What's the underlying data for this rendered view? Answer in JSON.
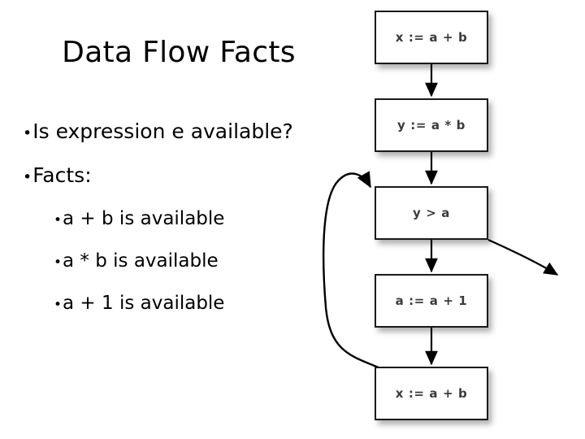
{
  "slide": {
    "title": "Data Flow Facts",
    "background_color": "#ffffff",
    "text_color": "#000000"
  },
  "bullets": [
    {
      "level": 1,
      "marker": "•",
      "text": "Is expression e available?"
    },
    {
      "level": 1,
      "marker": "•",
      "text": "Facts:"
    },
    {
      "level": 2,
      "marker": "•",
      "text": "a + b is available"
    },
    {
      "level": 2,
      "marker": "•",
      "text": "a * b is available"
    },
    {
      "level": 2,
      "marker": "•",
      "text": "a + 1 is available"
    }
  ],
  "flow_graph": {
    "node_border_color": "#1a1a1a",
    "node_fill_color": "#ffffff",
    "node_text_color": "#3b3b3b",
    "edge_color": "#000000",
    "nodes": [
      {
        "id": "node-0",
        "label": "x := a + b"
      },
      {
        "id": "node-1",
        "label": "y := a * b"
      },
      {
        "id": "node-2",
        "label": "y > a"
      },
      {
        "id": "node-3",
        "label": "a := a + 1"
      },
      {
        "id": "node-4",
        "label": "x := a + b"
      }
    ],
    "edges": [
      {
        "name": "edge-node0-to-node1",
        "kind": "straight-down"
      },
      {
        "name": "edge-node1-to-node2",
        "kind": "straight-down"
      },
      {
        "name": "edge-node2-to-node3",
        "kind": "straight-down"
      },
      {
        "name": "edge-node3-to-node4",
        "kind": "straight-down"
      },
      {
        "name": "edge-node4-back-to-node2",
        "kind": "curved-loop-back"
      },
      {
        "name": "edge-node2-exit",
        "kind": "diagonal-exit"
      }
    ]
  }
}
